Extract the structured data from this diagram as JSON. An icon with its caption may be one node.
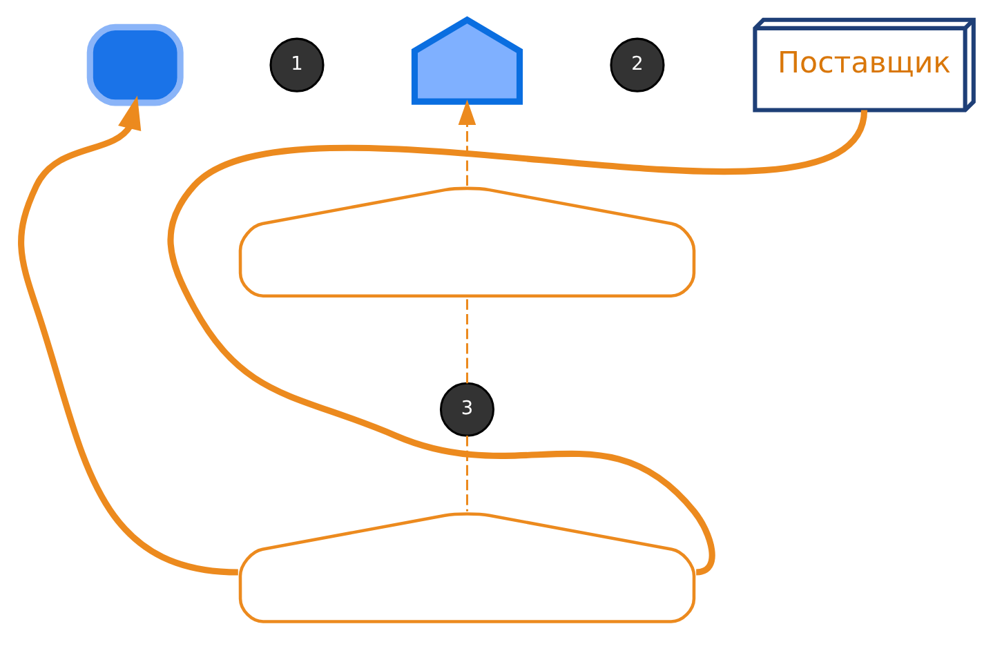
{
  "diagram": {
    "nodes": [
      {
        "text": [],
        "shape": "person"
      },
      {
        "text": [
          "1"
        ]
      },
      {
        "text": [],
        "shape": "box"
      },
      {
        "text": [
          "2"
        ]
      },
      {
        "text": [
          "Поставщик"
        ]
      },
      {
        "text": [],
        "shape": "box"
      },
      {
        "text": [
          "3"
        ]
      },
      {
        "text": [],
        "shape": "box"
      }
    ],
    "edges": [
      {
        "from": 4,
        "to": 7,
        "arrow": "none",
        "style": "thick"
      },
      {
        "from": 7,
        "to": 0,
        "arrow": "to",
        "style": "thick"
      },
      {
        "from": 6,
        "to": 5,
        "arrow": "none",
        "style": "dashed"
      },
      {
        "from": 5,
        "to": 2,
        "arrow": "to",
        "style": "dashed"
      },
      {
        "from": 6,
        "to": 7,
        "arrow": "none",
        "style": "dashed"
      }
    ]
  }
}
